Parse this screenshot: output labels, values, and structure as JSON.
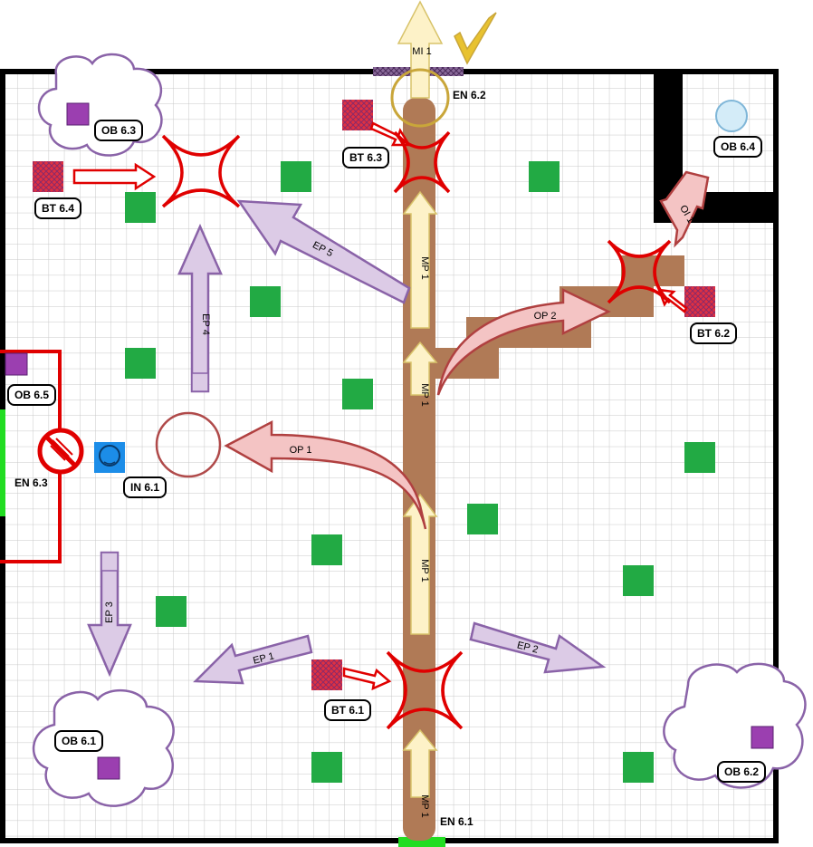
{
  "labels": {
    "ob_6_3": "OB 6.3",
    "ob_6_4": "OB 6.4",
    "ob_6_5": "OB 6.5",
    "ob_6_1": "OB 6.1",
    "ob_6_2": "OB 6.2",
    "bt_6_3": "BT 6.3",
    "bt_6_4": "BT 6.4",
    "bt_6_2": "BT 6.2",
    "bt_6_1": "BT 6.1",
    "in_6_1": "IN 6.1",
    "en_6_1": "EN 6.1",
    "en_6_2": "EN 6.2",
    "en_6_3": "EN 6.3",
    "mp_1": "MP 1",
    "mi_1": "MI 1",
    "op_1": "OP 1",
    "op_2": "OP 2",
    "oi_1": "OI 1",
    "ep_1": "EP 1",
    "ep_2": "EP 2",
    "ep_3": "EP 3",
    "ep_4": "EP 4",
    "ep_5": "EP 5"
  },
  "colors": {
    "path": "#b07a56",
    "mp_arrow": "#fdf2c8",
    "mp_arrow_stroke": "#d8c36a",
    "ep_fill": "#dccbe6",
    "ep_stroke": "#8a63a8",
    "op_fill": "#f4c4c4",
    "op_stroke": "#b04040",
    "hazard": "#e00000",
    "obstacle": "#22aa44",
    "goal": "#9b3fb0",
    "wall": "#000000",
    "entry": "#22dd22",
    "check": "#e8c230"
  }
}
